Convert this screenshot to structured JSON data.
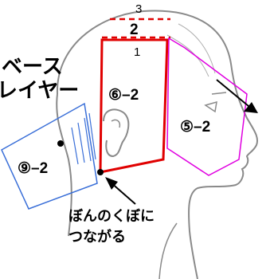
{
  "numbers": {
    "top": "3",
    "middle": "2",
    "lower": "1"
  },
  "labels": {
    "side_label_line1": "ベース",
    "side_label_line2": "レイヤー",
    "center": "⑥–2",
    "face": "⑤–2",
    "neck": "⑨–2",
    "note_line1": "ぼんのくぼに",
    "note_line2": "つながる"
  },
  "colors": {
    "red": "#e00000",
    "magenta": "#e000e0",
    "blue": "#3a6fd8",
    "outline": "#7a7a7a"
  }
}
